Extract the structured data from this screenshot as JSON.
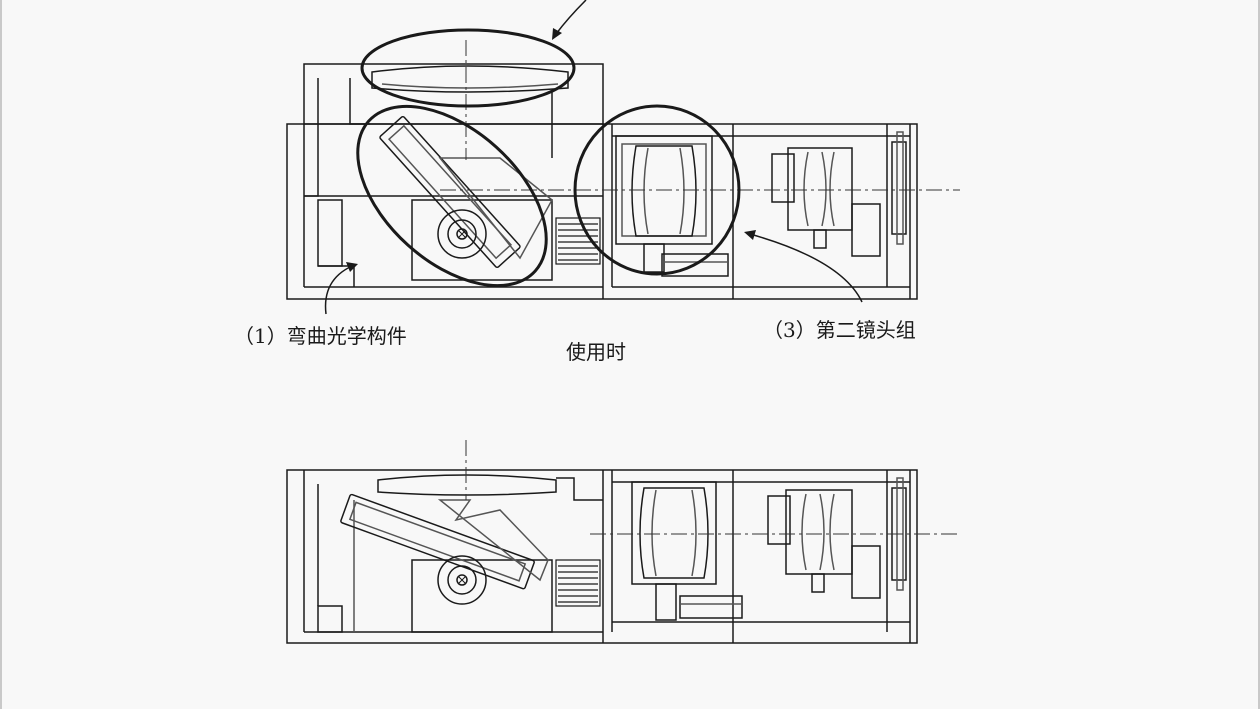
{
  "labels": {
    "bending_component": "（1）弯曲光学构件",
    "second_lens_group": "（3）第二镜头组",
    "in_use": "使用时"
  },
  "colors": {
    "line": "#1a1a1a",
    "detail": "#555555",
    "centerline": "#333333",
    "background": "#f8f8f8"
  }
}
